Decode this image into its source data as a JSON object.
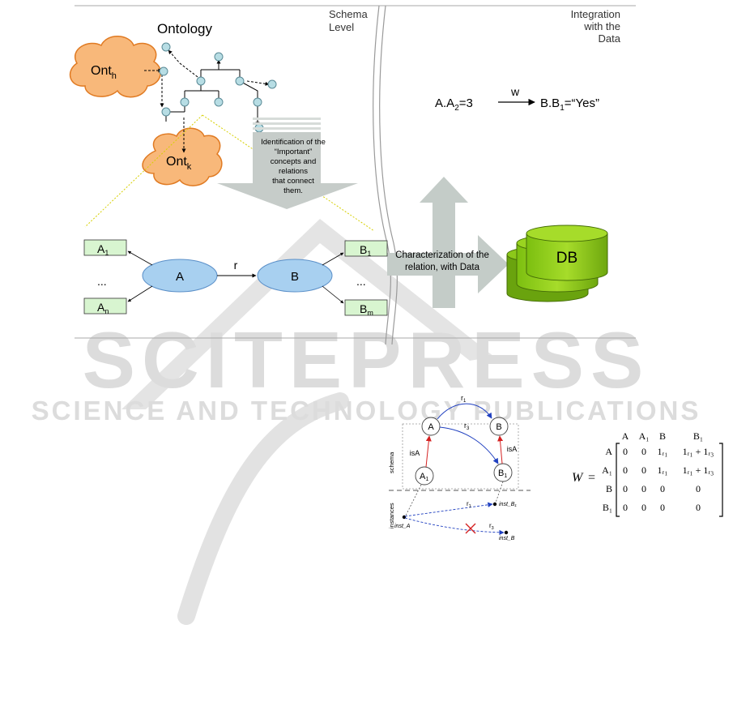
{
  "top": {
    "ontology_title": "Ontology",
    "schema_level": [
      "Schema",
      "Level"
    ],
    "integration": [
      "Integration",
      "with the",
      "Data"
    ],
    "ont_h": {
      "base": "Ont",
      "sub": "h"
    },
    "ont_k": {
      "base": "Ont",
      "sub": "k"
    },
    "identification_text": [
      "Identification of the",
      "“Important”",
      "concepts and",
      "relations",
      "that connect",
      "them."
    ],
    "rule": {
      "left_base": "A.A",
      "left_sub": "2",
      "left_rest": "=3",
      "arrow_label": "w",
      "right_base": "B.B",
      "right_sub": "1",
      "right_rest": "=“Yes”"
    },
    "node_a": "A",
    "node_b": "B",
    "relation_r": "r",
    "a1": {
      "base": "A",
      "sub": "1"
    },
    "an": {
      "base": "A",
      "sub": "n"
    },
    "b1": {
      "base": "B",
      "sub": "1"
    },
    "bm": {
      "base": "B",
      "sub": "m"
    },
    "ellipsis": "...",
    "characterization": [
      "Characterization of the",
      "relation, with Data"
    ],
    "db": "DB"
  },
  "bottom": {
    "schema_label": "schema",
    "instances_label": "instances",
    "node_a": "A",
    "node_b": "B",
    "node_a1": {
      "base": "A",
      "sub": "1"
    },
    "node_b1": {
      "base": "B",
      "sub": "1"
    },
    "r1_top": {
      "base": "r",
      "sub": "1"
    },
    "r3_top": {
      "base": "r",
      "sub": "3"
    },
    "isa_left": "isA",
    "isa_right": "isA",
    "inst_a": "inst_A",
    "inst_b1": "inst_B₁",
    "inst_b": "inst_B",
    "r1_inst": {
      "base": "r",
      "sub": "1"
    },
    "r3_inst": {
      "base": "r",
      "sub": "3"
    }
  },
  "matrix": {
    "symbol": "W",
    "equals": "=",
    "col_headers": [
      "A",
      "A₁",
      "B",
      "B₁"
    ],
    "row_headers": [
      "A",
      "A₁",
      "B",
      "B₁"
    ],
    "rows": [
      [
        "0",
        "0",
        "1ᵣ₁",
        "1ᵣ₁ + 1ᵣ₃"
      ],
      [
        "0",
        "0",
        "1ᵣ₁",
        "1ᵣ₁ + 1ᵣ₃"
      ],
      [
        "0",
        "0",
        "0",
        "0"
      ],
      [
        "0",
        "0",
        "0",
        "0"
      ]
    ]
  },
  "watermark": {
    "main": "SCITEPRESS",
    "sub": "SCIENCE AND TECHNOLOGY PUBLICATIONS"
  },
  "colors": {
    "cloud_fill": "#f8b87a",
    "cloud_stroke": "#e07a22",
    "tree_node_fill": "#b7dde4",
    "ellipse_fill": "#a8d0f0",
    "ellipse_stroke": "#5a8fc8",
    "attr_box_fill": "#d8f5d0",
    "db_fill": "#8fcc1c",
    "arrow_gray": "#c4ccc8",
    "watermark": "#dadada",
    "red_arrow": "#d42020",
    "blue_arrow": "#2040c0"
  }
}
